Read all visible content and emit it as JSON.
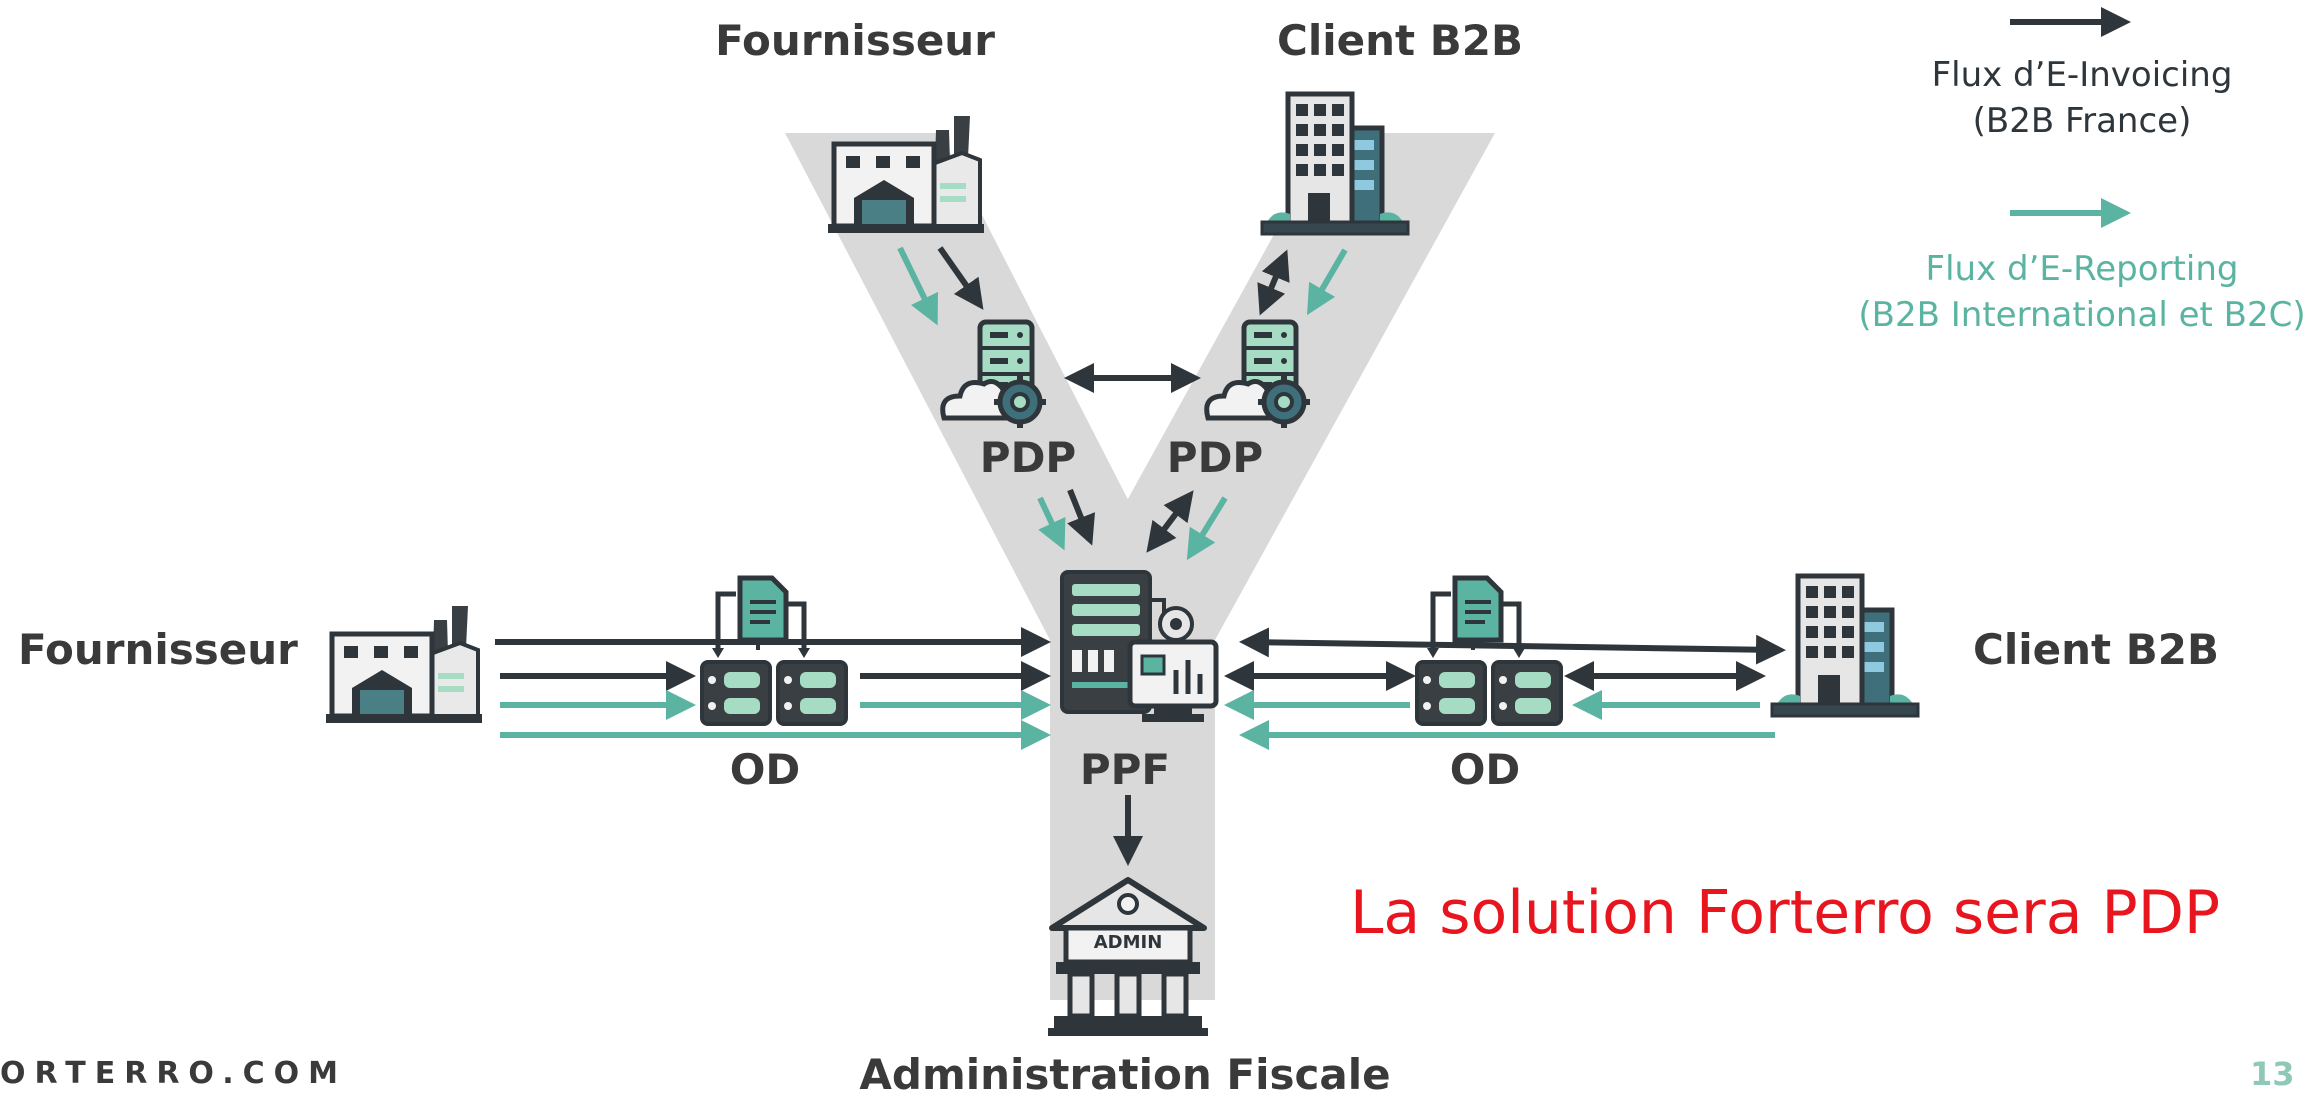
{
  "labels": {
    "supplier_top": "Fournisseur",
    "client_top": "Client B2B",
    "pdp_left": "PDP",
    "pdp_right": "PDP",
    "supplier_left": "Fournisseur",
    "client_right": "Client B2B",
    "od_left": "OD",
    "od_right": "OD",
    "ppf": "PPF",
    "admin_tag": "ADMIN",
    "administration": "Administration Fiscale"
  },
  "legend": {
    "invoicing": {
      "line1": "Flux d’E-Invoicing",
      "line2": "(B2B France)",
      "color": "#2e363b"
    },
    "reporting": {
      "line1": "Flux d’E-Reporting",
      "line2": "(B2B International et B2C)",
      "color": "#5ab4a1"
    }
  },
  "claim": "La solution Forterro sera PDP",
  "footer": {
    "site": "ORTERRO.COM",
    "page": "13"
  },
  "colors": {
    "dark": "#2e363b",
    "teal": "#5ab4a1",
    "mint": "#a6dcc4",
    "gray_path": "#d8d8d8",
    "red": "#e8141e"
  }
}
